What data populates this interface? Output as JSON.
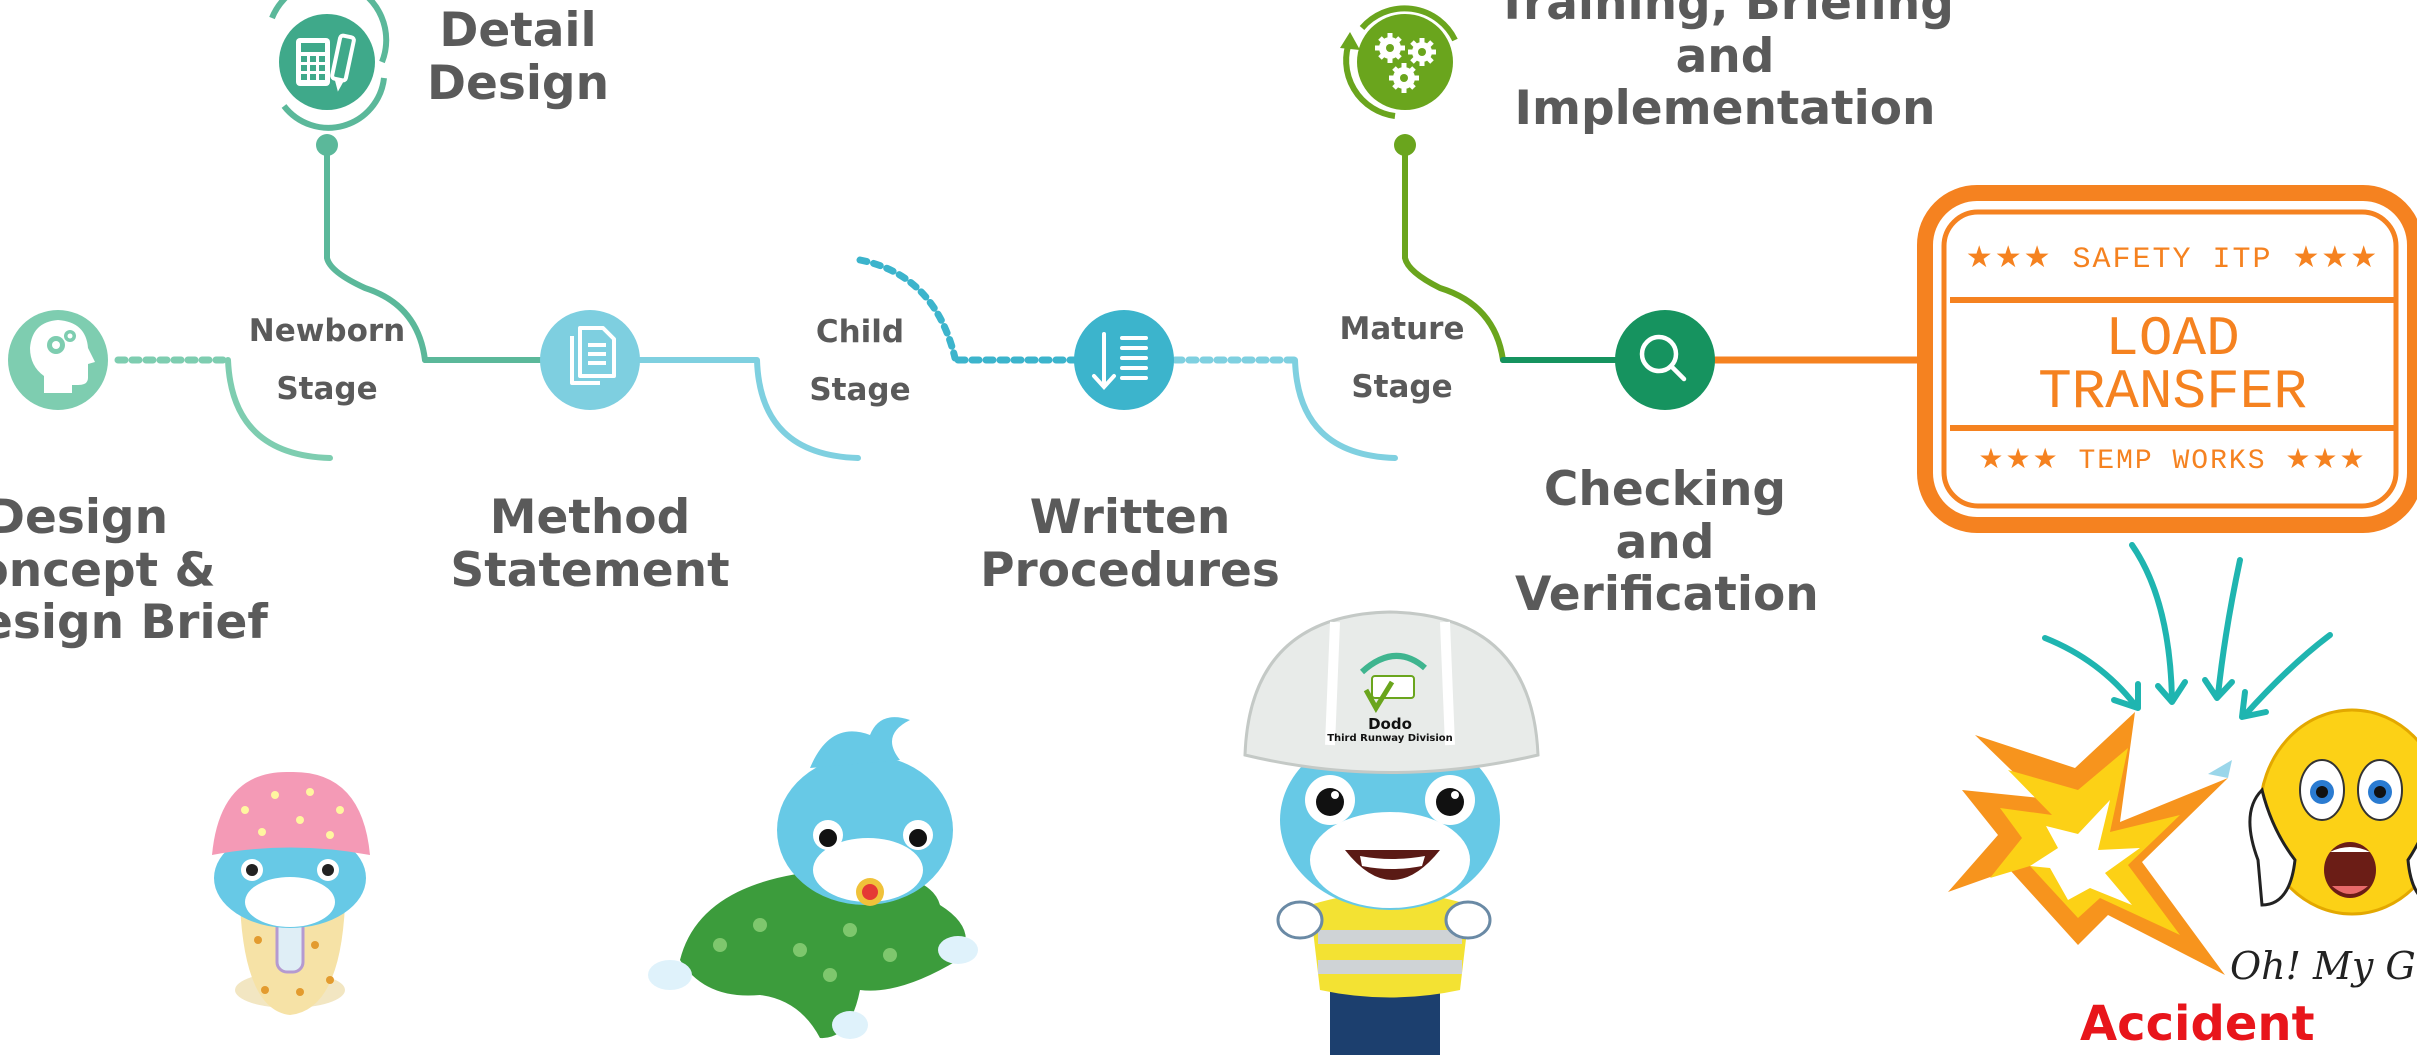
{
  "steps": {
    "design_concept": [
      "Design",
      "Concept &",
      "Design Brief"
    ],
    "detail_design": [
      "Detail",
      "Design"
    ],
    "method_statement": [
      "Method",
      "Statement"
    ],
    "written_procedures": [
      "Written",
      "Procedures"
    ],
    "training": [
      "Training, Briefing",
      "and",
      "Implementation"
    ],
    "checking": [
      "Checking",
      "and",
      "Verification"
    ]
  },
  "stages": {
    "newborn": [
      "Newborn",
      "Stage"
    ],
    "child": [
      "Child",
      "Stage"
    ],
    "mature": [
      "Mature",
      "Stage"
    ]
  },
  "stamp": {
    "top": "★★★  SAFETY ITP  ★★★",
    "title_line1": "LOAD",
    "title_line2": "TRANSFER",
    "bottom": "★★★ TEMP WORKS ★★★"
  },
  "helmet": {
    "name": "Dodo",
    "division": "Third Runway Division"
  },
  "accident": {
    "exclamation": "Oh! My God",
    "label": "Accident"
  },
  "colors": {
    "teal_light": "#7ecdb0",
    "teal_dark": "#3aa57f",
    "cyan": "#57c3dc",
    "cyan_dark": "#3cb4cc",
    "green": "#6aa51d",
    "green_dark": "#16935f",
    "orange": "#f58220"
  }
}
